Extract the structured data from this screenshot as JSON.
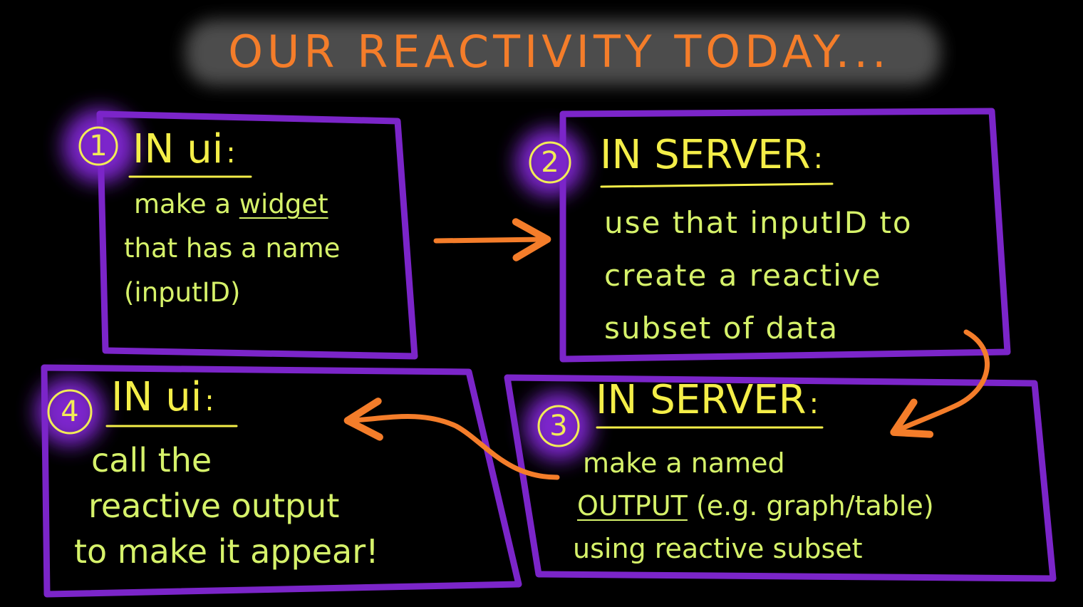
{
  "title": "OUR REACTIVITY TODAY...",
  "colors": {
    "background": "#000000",
    "title": "#f47d2a",
    "title_smudge": "#5a5a5a",
    "box_border": "#7b25c9",
    "badge_glow": "#8a2be2",
    "heading": "#f4ee48",
    "body_text": "#d6f26a",
    "arrow": "#f47d2a"
  },
  "steps": [
    {
      "number": "1",
      "heading": "IN ui",
      "colon": ":",
      "lines": [
        "make a widget",
        "that has a name",
        "(inputID)"
      ],
      "underlined_word": "widget"
    },
    {
      "number": "2",
      "heading": "IN SERVER",
      "colon": ":",
      "lines": [
        "use that inputID to",
        "create a reactive",
        "subset of data"
      ]
    },
    {
      "number": "3",
      "heading": "IN SERVER",
      "colon": ":",
      "lines": [
        "make a named",
        "OUTPUT (e.g. graph/table)",
        "using reactive subset"
      ],
      "underlined_word": "OUTPUT"
    },
    {
      "number": "4",
      "heading": "IN ui",
      "colon": ":",
      "lines": [
        "call the",
        "reactive output",
        "to make it appear!"
      ]
    }
  ]
}
